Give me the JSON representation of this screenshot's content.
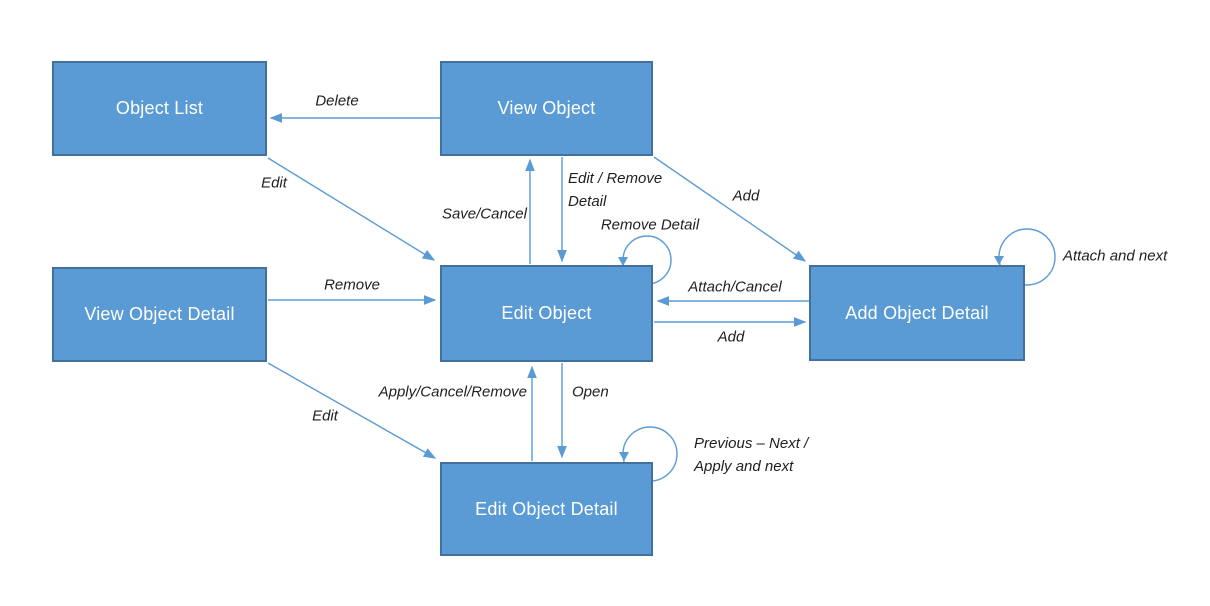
{
  "colors": {
    "node_fill": "#5B9BD5",
    "node_border": "#41719C",
    "node_text": "#FFFFFF",
    "connector": "#5B9BD5",
    "label_text": "#1F1F1F",
    "background": "#FFFFFF"
  },
  "nodes": {
    "object_list": {
      "label": "Object List"
    },
    "view_object": {
      "label": "View Object"
    },
    "view_object_detail": {
      "label": "View Object Detail"
    },
    "edit_object": {
      "label": "Edit Object"
    },
    "add_object_detail": {
      "label": "Add Object Detail"
    },
    "edit_object_detail": {
      "label": "Edit Object Detail"
    }
  },
  "edges": {
    "delete": {
      "from": "View Object",
      "to": "Object List",
      "label": "Delete"
    },
    "edit_from_list": {
      "from": "Object List",
      "to": "Edit Object",
      "label": "Edit"
    },
    "save_cancel": {
      "from": "Edit Object",
      "to": "View Object",
      "label": "Save/Cancel"
    },
    "edit_remove_detail": {
      "from": "View Object",
      "to": "Edit Object",
      "label": "Edit / Remove Detail",
      "label_lines": [
        "Edit / Remove",
        "Detail"
      ]
    },
    "add_from_view": {
      "from": "View Object",
      "to": "Add Object Detail",
      "label": "Add"
    },
    "remove_detail_loop": {
      "from": "Edit Object",
      "to": "Edit Object",
      "label": "Remove Detail"
    },
    "attach_cancel": {
      "from": "Add Object Detail",
      "to": "Edit Object",
      "label": "Attach/Cancel"
    },
    "add_from_edit": {
      "from": "Edit Object",
      "to": "Add Object Detail",
      "label": "Add"
    },
    "attach_and_next_loop": {
      "from": "Add Object Detail",
      "to": "Add Object Detail",
      "label": "Attach and next"
    },
    "remove": {
      "from": "View Object Detail",
      "to": "Edit Object",
      "label": "Remove"
    },
    "edit_from_view_detail": {
      "from": "View Object Detail",
      "to": "Edit Object Detail",
      "label": "Edit"
    },
    "apply_cancel_remove": {
      "from": "Edit Object Detail",
      "to": "Edit Object",
      "label": "Apply/Cancel/Remove"
    },
    "open": {
      "from": "Edit Object",
      "to": "Edit Object Detail",
      "label": "Open"
    },
    "previous_next_loop": {
      "from": "Edit Object Detail",
      "to": "Edit Object Detail",
      "label": "Previous – Next / Apply and next",
      "label_lines": [
        "Previous – Next  /",
        "Apply and next"
      ]
    }
  }
}
